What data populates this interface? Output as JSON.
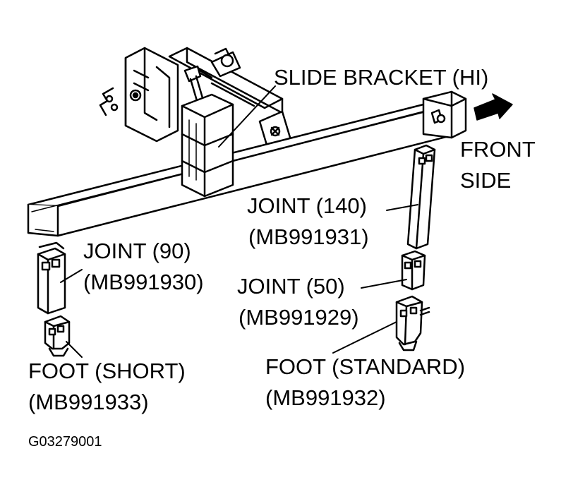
{
  "labels": {
    "slide_bracket": "SLIDE BRACKET (HI)",
    "front_side_line1": "FRONT",
    "front_side_line2": "SIDE",
    "joint140_name": "JOINT (140)",
    "joint140_part": "(MB991931)",
    "joint90_name": "JOINT (90)",
    "joint90_part": "(MB991930)",
    "joint50_name": "JOINT (50)",
    "joint50_part": "(MB991929)",
    "foot_short_name": "FOOT (SHORT)",
    "foot_short_part": "(MB991933)",
    "foot_standard_name": "FOOT (STANDARD)",
    "foot_standard_part": "(MB991932)"
  },
  "figure_code": "G03279001",
  "colors": {
    "ink": "#000000",
    "paper": "#ffffff"
  }
}
